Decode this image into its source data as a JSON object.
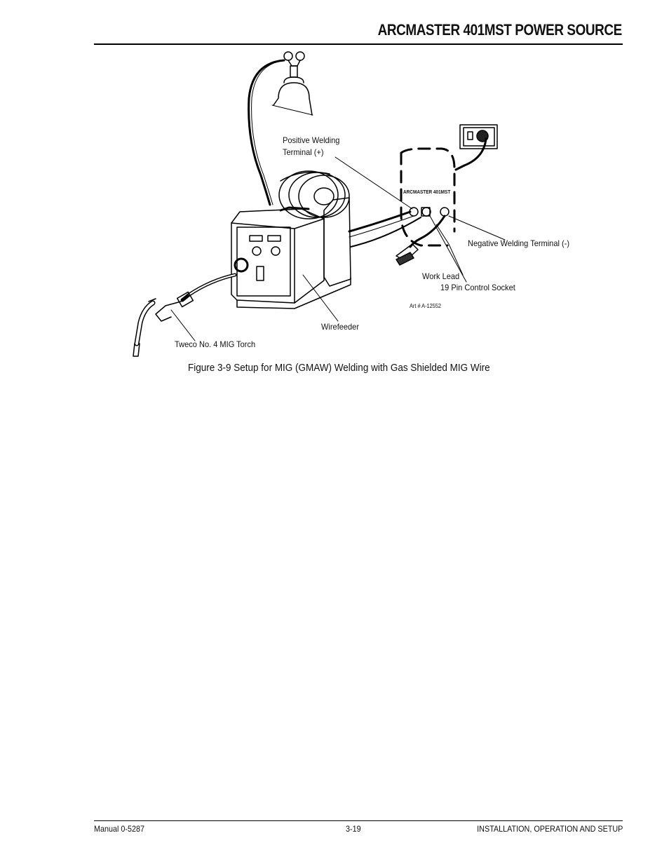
{
  "header": {
    "title": "ARCMASTER 401MST POWER SOURCE"
  },
  "figure": {
    "labels": {
      "positive_line1": "Positive Welding",
      "positive_line2": "Terminal (+)",
      "negative": "Negative Welding Terminal (-)",
      "work_lead": "Work Lead",
      "control_socket": "19 Pin Control Socket",
      "art_number": "Art # A-12552",
      "wirefeeder": "Wirefeeder",
      "torch": "Tweco No. 4 MIG Torch",
      "power_source": "ARCMASTER 401MST"
    },
    "caption": "Figure 3-9 Setup for MIG (GMAW) Welding with Gas Shielded MIG Wire"
  },
  "footer": {
    "manual": "Manual 0-5287",
    "page": "3-19",
    "section": "INSTALLATION, OPERATION AND SETUP"
  }
}
